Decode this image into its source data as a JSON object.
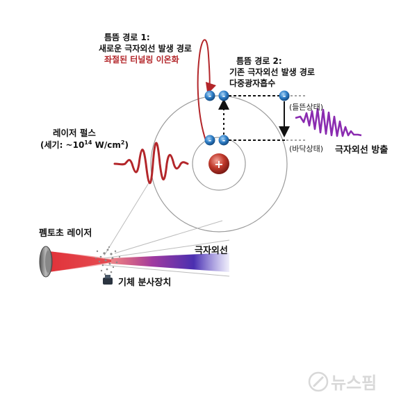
{
  "labels": {
    "path1_title": "틈뜸 경로 1:",
    "path1_line2": "새로운 극자외선 발생 경로",
    "path1_line3": "좌절된 터널링 이온화",
    "path2_title": "틈뜸 경로 2:",
    "path2_line2": "기존 극자외선 발생 경로",
    "path2_line3": "다중광자흡수",
    "laser_pulse": "레이저 펄스",
    "intensity_prefix": "(세기: ~10",
    "intensity_exp": "14",
    "intensity_unit": " W/cm",
    "intensity_sq": "2",
    "intensity_close": ")",
    "excited_state": "(들뜬상태)",
    "ground_state": "(바닥상태)",
    "euv_emission": "극자외선 방출",
    "femto_laser": "펨토초 레이저",
    "euv": "극자외선",
    "gas_injector": "기체 분사장치",
    "nucleus_sign": "+",
    "electron_sign": "-"
  },
  "watermark": {
    "text": "뉴스핌"
  },
  "colors": {
    "accent_red": "#b3262a",
    "electron_blue": "#2f7fc8",
    "euv_purple": "#8a2bb0",
    "nucleus_red": "#c0392b"
  },
  "icons": [
    "electron-icon",
    "nucleus-icon",
    "laser-source-icon",
    "gas-nozzle-icon",
    "watermark-logo-icon"
  ]
}
